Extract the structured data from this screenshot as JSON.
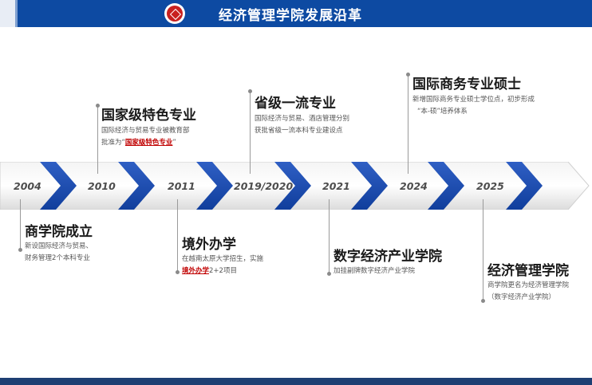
{
  "header": {
    "title": "经济管理学院发展沿革"
  },
  "timeline": {
    "years": [
      "2004",
      "2010",
      "2011",
      "2019/2020",
      "2021",
      "2024",
      "2025"
    ],
    "events": [
      {
        "title": "商学院成立",
        "desc": [
          "新设国际经济与贸易、",
          "财务管理2个本科专业"
        ]
      },
      {
        "title": "国家级特色专业",
        "desc": [
          "国际经济与贸易专业被教育部"
        ],
        "desc2_prefix": "批准为“",
        "desc2_highlight": "国家级特色专业",
        "desc2_suffix": "”"
      },
      {
        "title": "境外办学",
        "desc": [
          "在越南太原大学招生，实施"
        ],
        "desc2_highlight": "境外办学",
        "desc2_suffix": "2+2项目"
      },
      {
        "title": "省级一流专业",
        "desc": [
          "国际经济与贸易、酒店管理分别",
          "获批省级一流本科专业建设点"
        ]
      },
      {
        "title": "数字经济产业学院",
        "desc": [
          "加挂副牌数字经济产业学院"
        ]
      },
      {
        "title": "国际商务专业硕士",
        "desc": [
          "新增国际商务专业硕士学位点，初步形成",
          "“本-硕”培养体系"
        ]
      },
      {
        "title": "经济管理学院",
        "desc": [
          "商学院更名为经济管理学院",
          "（数字经济产业学院）"
        ]
      }
    ]
  }
}
